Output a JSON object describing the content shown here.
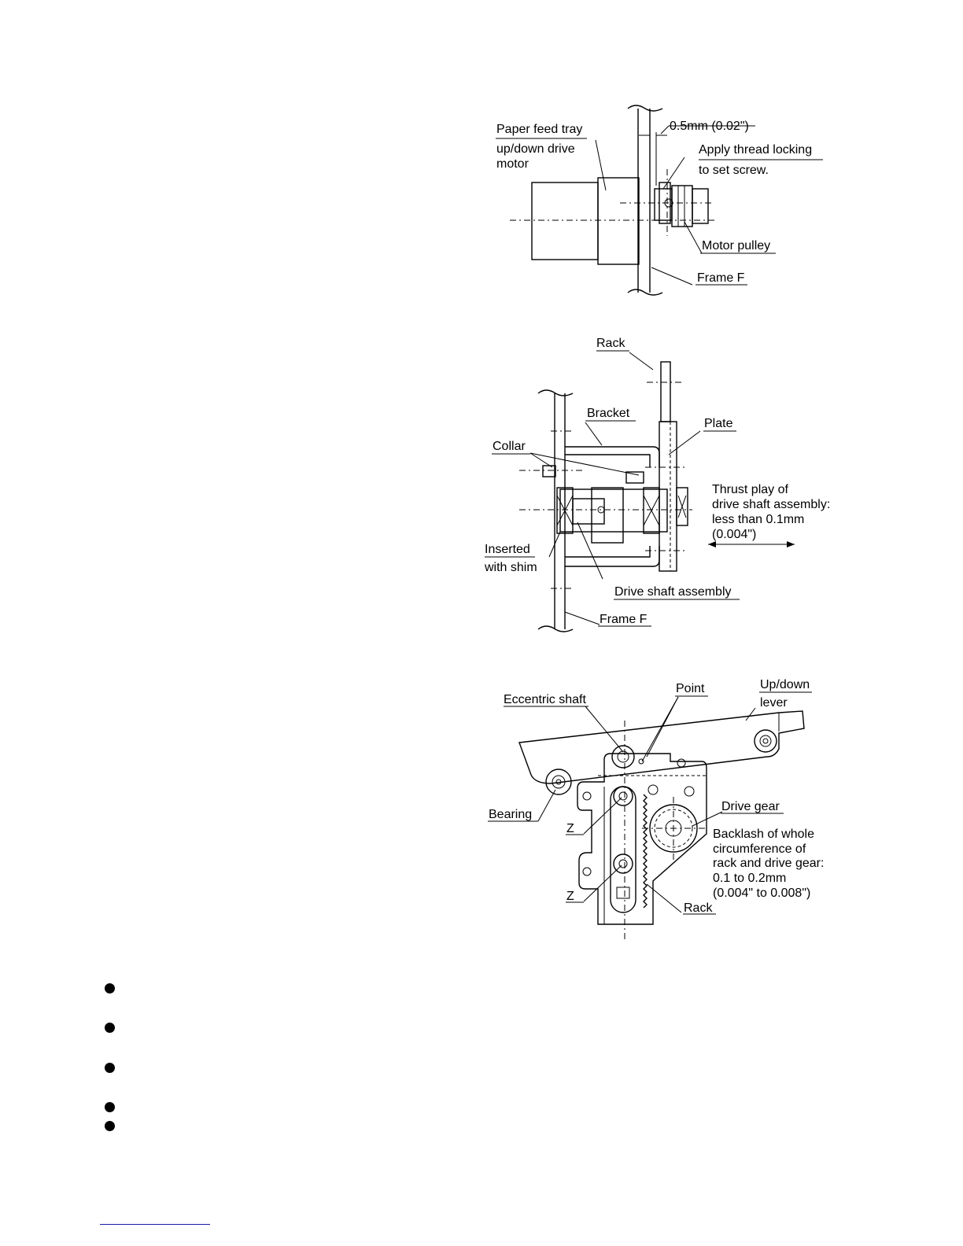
{
  "figure1": {
    "labels": {
      "motor": [
        "Paper feed tray",
        "up/down drive",
        "motor"
      ],
      "gap": "0.5mm (0.02\")",
      "thread": [
        "Apply thread locking",
        "to set screw."
      ],
      "pulley": "Motor pulley",
      "frame": "Frame F"
    }
  },
  "figure2": {
    "labels": {
      "rack": "Rack",
      "bracket": "Bracket",
      "plate": "Plate",
      "collar": "Collar",
      "thrust": [
        "Thrust play of",
        "drive shaft assembly:",
        "less than 0.1mm",
        "(0.004\")"
      ],
      "inserted": [
        "Inserted",
        "with shim"
      ],
      "drive_shaft": "Drive shaft assembly",
      "frame": "Frame F"
    }
  },
  "figure3": {
    "labels": {
      "eccentric": "Eccentric shaft",
      "point": "Point",
      "lever": [
        "Up/down",
        "lever"
      ],
      "bearing": "Bearing",
      "drive_gear": "Drive gear",
      "backlash": [
        "Backlash of whole",
        "circumference of",
        "rack and drive gear:",
        "0.1 to 0.2mm",
        "(0.004\" to 0.008\")"
      ],
      "z1": "Z",
      "z2": "Z",
      "rack": "Rack"
    }
  },
  "bullets_count": 5
}
